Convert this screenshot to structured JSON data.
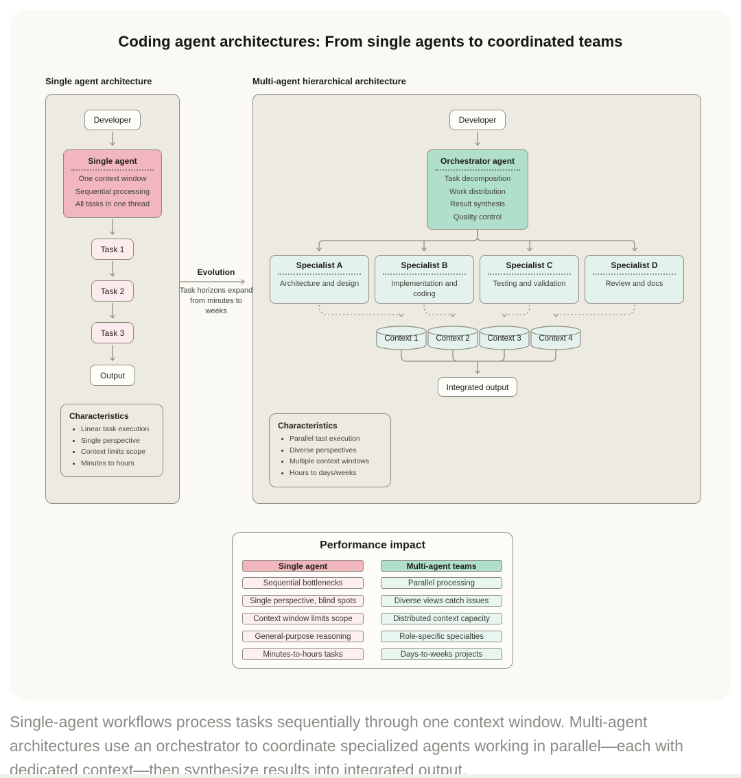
{
  "title": "Coding agent architectures: From single agents to coordinated teams",
  "left_section": {
    "label": "Single agent architecture",
    "developer": "Developer",
    "agent": {
      "title": "Single agent",
      "items": [
        "One context window",
        "Sequential processing",
        "All tasks in one thread"
      ]
    },
    "tasks": [
      "Task 1",
      "Task 2",
      "Task 3"
    ],
    "output": "Output",
    "characteristics": {
      "title": "Characteristics",
      "items": [
        "Linear task execution",
        "Single perspective",
        "Context limits scope",
        "Minutes to hours"
      ]
    }
  },
  "evolution": {
    "label": "Evolution",
    "description": "Task horizons expand from minutes to weeks"
  },
  "right_section": {
    "label": "Multi-agent hierarchical architecture",
    "developer": "Developer",
    "orchestrator": {
      "title": "Orchestrator agent",
      "items": [
        "Task decomposition",
        "Work distribution",
        "Result synthesis",
        "Quality control"
      ]
    },
    "specialists": [
      {
        "title": "Specialist A",
        "description": "Architecture and design"
      },
      {
        "title": "Specialist B",
        "description": "Implementation and coding"
      },
      {
        "title": "Specialist C",
        "description": "Testing and validation"
      },
      {
        "title": "Specialist D",
        "description": "Review and docs"
      }
    ],
    "contexts": [
      "Context 1",
      "Context 2",
      "Context 3",
      "Context 4"
    ],
    "integrated_output": "Integrated output",
    "characteristics": {
      "title": "Characteristics",
      "items": [
        "Parallel tast execution",
        "Diverse perspectives",
        "Multiple context windows",
        "Hours to days/weeks"
      ]
    }
  },
  "performance": {
    "title": "Performance impact",
    "headers": {
      "single": "Single agent",
      "multi": "Multi-agent teams"
    },
    "rows": [
      {
        "single": "Sequential bottlenecks",
        "multi": "Parallel processing"
      },
      {
        "single": "Single perspective, blind spots",
        "multi": "Diverse views catch issues"
      },
      {
        "single": "Context window limits scope",
        "multi": "Distributed context capacity"
      },
      {
        "single": "General-purpose reasoning",
        "multi": "Role-specific specialties"
      },
      {
        "single": "Minutes-to-hours tasks",
        "multi": "Days-to-weeks projects"
      }
    ]
  },
  "caption": "Single-agent workflows process tasks sequentially through one context window. Multi-agent architectures use an orchestrator to coordinate specialized agents working in parallel—each with dedicated context—then synthesize results into integrated output.",
  "colors": {
    "pink_strong": "#f2b7be",
    "pink_light": "#fcebec",
    "pink_row": "#fdeef0",
    "teal_strong": "#b0dfcc",
    "teal_light": "#e3f2ec",
    "teal_row": "#e8f6f0",
    "panel_bg": "#edeae2",
    "card_bg": "#faf9f3",
    "border": "#8d8b80",
    "caption_text": "#8b8a84"
  }
}
